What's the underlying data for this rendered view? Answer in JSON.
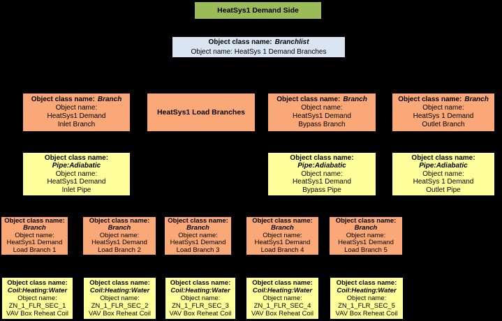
{
  "colors": {
    "background": "#000000",
    "green": "#9BBB59",
    "blue": "#D9E6F2",
    "orange": "#FAA878",
    "yellow": "#FFFF9B"
  },
  "root_box": {
    "label": "HeatSys1 Demand Side"
  },
  "branchlist_box": {
    "class_label": "Object class name:",
    "class_name": "Branchlist",
    "object_line": "Object name: HeatSys 1 Demand Branches"
  },
  "branch_row": {
    "inlet": {
      "class_label": "Object class name:",
      "class_name": "Branch",
      "object_label": "Object name:",
      "line1": "HeatSys1 Demand",
      "line2": "Inlet Branch"
    },
    "load_label": "HeatSys1 Load Branches",
    "bypass": {
      "class_label": "Object class name:",
      "class_name": "Branch",
      "object_label": "Object name:",
      "line1": "HeatSys1 Demand",
      "line2": "Bypass Branch"
    },
    "outlet": {
      "class_label": "Object class name:",
      "class_name": "Branch",
      "object_label": "Object name:",
      "line1": "HeatSys 1 Demand",
      "line2": "Outlet Branch"
    }
  },
  "pipe_row": {
    "inlet": {
      "class_label": "Object class name:",
      "class_name": "Pipe:Adiabatic",
      "object_label": "Object name:",
      "line1": "HeatSys1 Demand",
      "line2": "Inlet Pipe"
    },
    "bypass": {
      "class_label": "Object class name:",
      "class_name": "Pipe:Adiabatic",
      "object_label": "Object name:",
      "line1": "HeatSys1 Demand",
      "line2": "Bypass Pipe"
    },
    "outlet": {
      "class_label": "Object class name:",
      "class_name": "Pipe:Adiabatic",
      "object_label": "Object name:",
      "line1": "HeatSys 1 Demand",
      "line2": "Outlet Pipe"
    }
  },
  "load_branches": [
    {
      "class_label": "Object class name:",
      "class_name": "Branch",
      "object_label": "Object name:",
      "line1": "HeatSys1 Demand",
      "line2": "Load Branch 1"
    },
    {
      "class_label": "Object class name:",
      "class_name": "Branch",
      "object_label": "Object name:",
      "line1": "HeatSys1 Demand",
      "line2": "Load Branch 2"
    },
    {
      "class_label": "Object class name:",
      "class_name": "Branch",
      "object_label": "Object name:",
      "line1": "HeatSys1 Demand",
      "line2": "Load Branch 3"
    },
    {
      "class_label": "Object class name:",
      "class_name": "Branch",
      "object_label": "Object name:",
      "line1": "HeatSys1 Demand",
      "line2": "Load Branch 4"
    },
    {
      "class_label": "Object class name:",
      "class_name": "Branch",
      "object_label": "Object name:",
      "line1": "HeatSys1 Demand",
      "line2": "Load Branch 5"
    }
  ],
  "coils": [
    {
      "class_label": "Object class name:",
      "class_name": "Coil:Heating:Water",
      "object_label": "Object name:",
      "line1": "ZN_1_FLR_SEC_1",
      "line2": "VAV Box Reheat Coil"
    },
    {
      "class_label": "Object class name:",
      "class_name": "Coil:Heating:Water",
      "object_label": "Object name:",
      "line1": "ZN_1_FLR_SEC_2",
      "line2": "VAV Box Reheat Coil"
    },
    {
      "class_label": "Object class name:",
      "class_name": "Coil:Heating:Water",
      "object_label": "Object name:",
      "line1": "ZN_1_FLR_SEC_3",
      "line2": "VAV Box Reheat Coil"
    },
    {
      "class_label": "Object class name:",
      "class_name": "Coil:Heating:Water",
      "object_label": "Object name:",
      "line1": "ZN_1_FLR_SEC_4",
      "line2": "VAV Box Reheat Coil"
    },
    {
      "class_label": "Object class name:",
      "class_name": "Coil:Heating:Water",
      "object_label": "Object name:",
      "line1": "ZN_1_FLR_SEC_5",
      "line2": "VAV Box Reheat Coil"
    }
  ]
}
